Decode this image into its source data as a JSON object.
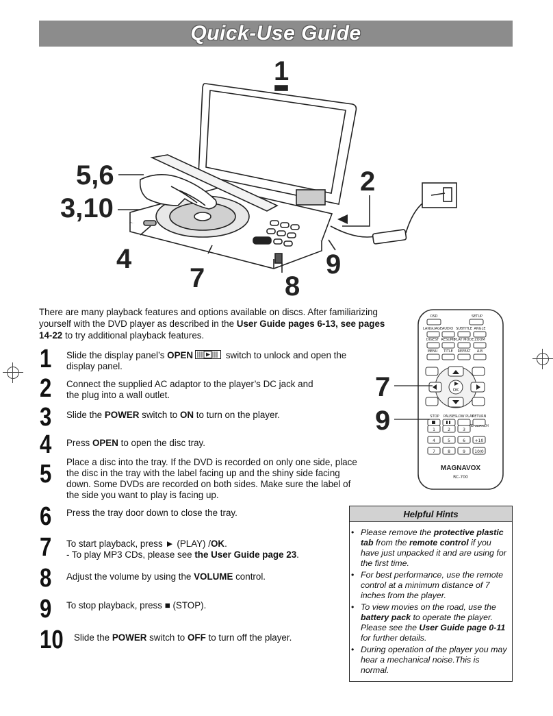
{
  "title": "Quick-Use Guide",
  "figure": {
    "callouts": [
      "1",
      "2",
      "5,6",
      "3,10",
      "4",
      "7",
      "8",
      "9"
    ]
  },
  "intro": {
    "text1": "There are many playback features and options available on discs.  After familiarizing yourself with the DVD player as described in the ",
    "bold1": "User Guide pages 6-13, see pages 14-22",
    "text2": " to try additional playback features."
  },
  "steps": [
    {
      "num": "1",
      "a": "Slide the display panel’s ",
      "b1": "OPEN",
      "c": " switch to unlock and open the display panel."
    },
    {
      "num": "2",
      "a": "Connect the supplied AC adaptor to the player’s DC jack and the plug into a wall outlet."
    },
    {
      "num": "3",
      "a": "Slide the ",
      "b1": "POWER",
      "c": " switch to ",
      "b2": "ON",
      "d": " to turn on the player."
    },
    {
      "num": "4",
      "a": "Press ",
      "b1": "OPEN",
      "c": " to open the disc tray."
    },
    {
      "num": "5",
      "a": "Place a disc into the tray. If the DVD is recorded on only one side, place the disc in the tray with the label facing up and the shiny side facing down. Some DVDs are recorded on both sides. Make sure the label of the side you want to play is facing up."
    },
    {
      "num": "6",
      "a": "Press the tray door down to close the tray."
    },
    {
      "num": "7",
      "a": "To start playback, press ► (PLAY) /",
      "b1": "OK",
      "c": ".",
      "sub_a": "- To play MP3 CDs, please see ",
      "sub_b": "the User Guide page 23",
      "sub_c": "."
    },
    {
      "num": "8",
      "a": "Adjust the volume by using the ",
      "b1": "VOLUME",
      "c": " control."
    },
    {
      "num": "9",
      "a": "To stop playback, press ■ (STOP)."
    },
    {
      "num": "10",
      "a": "Slide the ",
      "b1": "POWER",
      "c": " switch to ",
      "b2": "OFF",
      "d": " to turn off the player."
    }
  ],
  "remote": {
    "top_labels": [
      "OSD",
      "SETUP"
    ],
    "row1_labels": [
      "LANGUAGE",
      "AUDIO",
      "SUBTITLE",
      "ANGLE"
    ],
    "row2_labels": [
      "DIGEST",
      "RESUME",
      "PLAY MODE",
      "ZOOM"
    ],
    "row3_labels": [
      "MENU",
      "TITLE",
      "REPEAT",
      "A-B"
    ],
    "ok_label": "OK",
    "transport_labels": [
      "STOP",
      "PAUSE",
      "SLOW PLAY",
      "RETURN"
    ],
    "time_search": "TIME SEARCH",
    "digits": [
      "1",
      "2",
      "3",
      "4",
      "5",
      "6",
      "+10",
      "7",
      "8",
      "9",
      "10/0"
    ],
    "brand": "MAGNAVOX",
    "model": "RC-700",
    "callout_7": "7",
    "callout_9": "9"
  },
  "hints": {
    "title": "Helpful Hints",
    "items": [
      {
        "a": "Please remove the ",
        "b": "protective plastic tab",
        "c": " from the ",
        "d": "remote control",
        "e": " if you have just unpacked it and are using for the first time."
      },
      {
        "a": "For best performance, use the remote control at a minimum distance of 7 inches from the player."
      },
      {
        "a": "To view movies on the road, use the ",
        "b": "battery pack",
        "c": " to operate the player. Please see the ",
        "d": "User Guide page 0-11",
        "e": " for further details."
      },
      {
        "a": "During operation of the player you may hear a mechanical noise.This is normal."
      }
    ]
  }
}
